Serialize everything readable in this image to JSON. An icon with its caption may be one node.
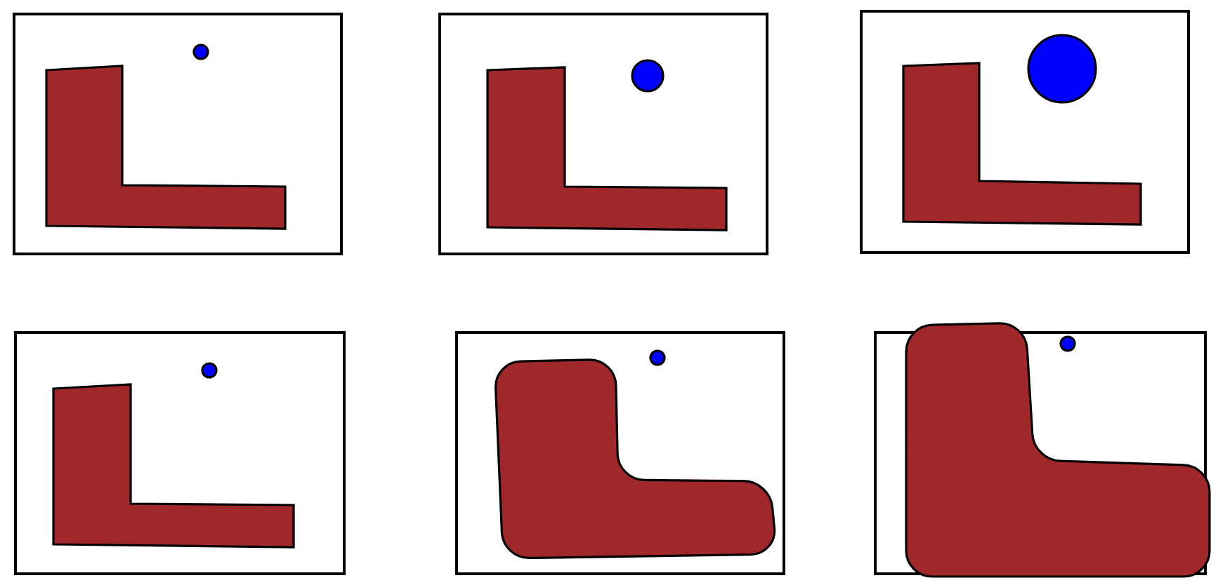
{
  "diagram": {
    "nodes": [
      {
        "text": [],
        "shape": "box"
      },
      {
        "text": [],
        "shape": "polygon",
        "in": 0
      },
      {
        "text": [],
        "shape": "circle",
        "in": 0
      },
      {
        "text": [],
        "shape": "box"
      },
      {
        "text": [],
        "shape": "polygon",
        "in": 3
      },
      {
        "text": [],
        "shape": "circle",
        "in": 3
      },
      {
        "text": [],
        "shape": "box"
      },
      {
        "text": [],
        "shape": "polygon",
        "in": 6
      },
      {
        "text": [],
        "shape": "circle",
        "in": 6
      },
      {
        "text": [],
        "shape": "box"
      },
      {
        "text": [],
        "shape": "polygon",
        "in": 9
      },
      {
        "text": [],
        "shape": "circle",
        "in": 9
      },
      {
        "text": [],
        "shape": "box"
      },
      {
        "text": [],
        "shape": "blob",
        "in": 12
      },
      {
        "text": [],
        "shape": "circle",
        "in": 12
      },
      {
        "text": [],
        "shape": "box"
      },
      {
        "text": [],
        "shape": "blob",
        "in": 15
      },
      {
        "text": [],
        "shape": "circle",
        "in": 15
      }
    ]
  }
}
